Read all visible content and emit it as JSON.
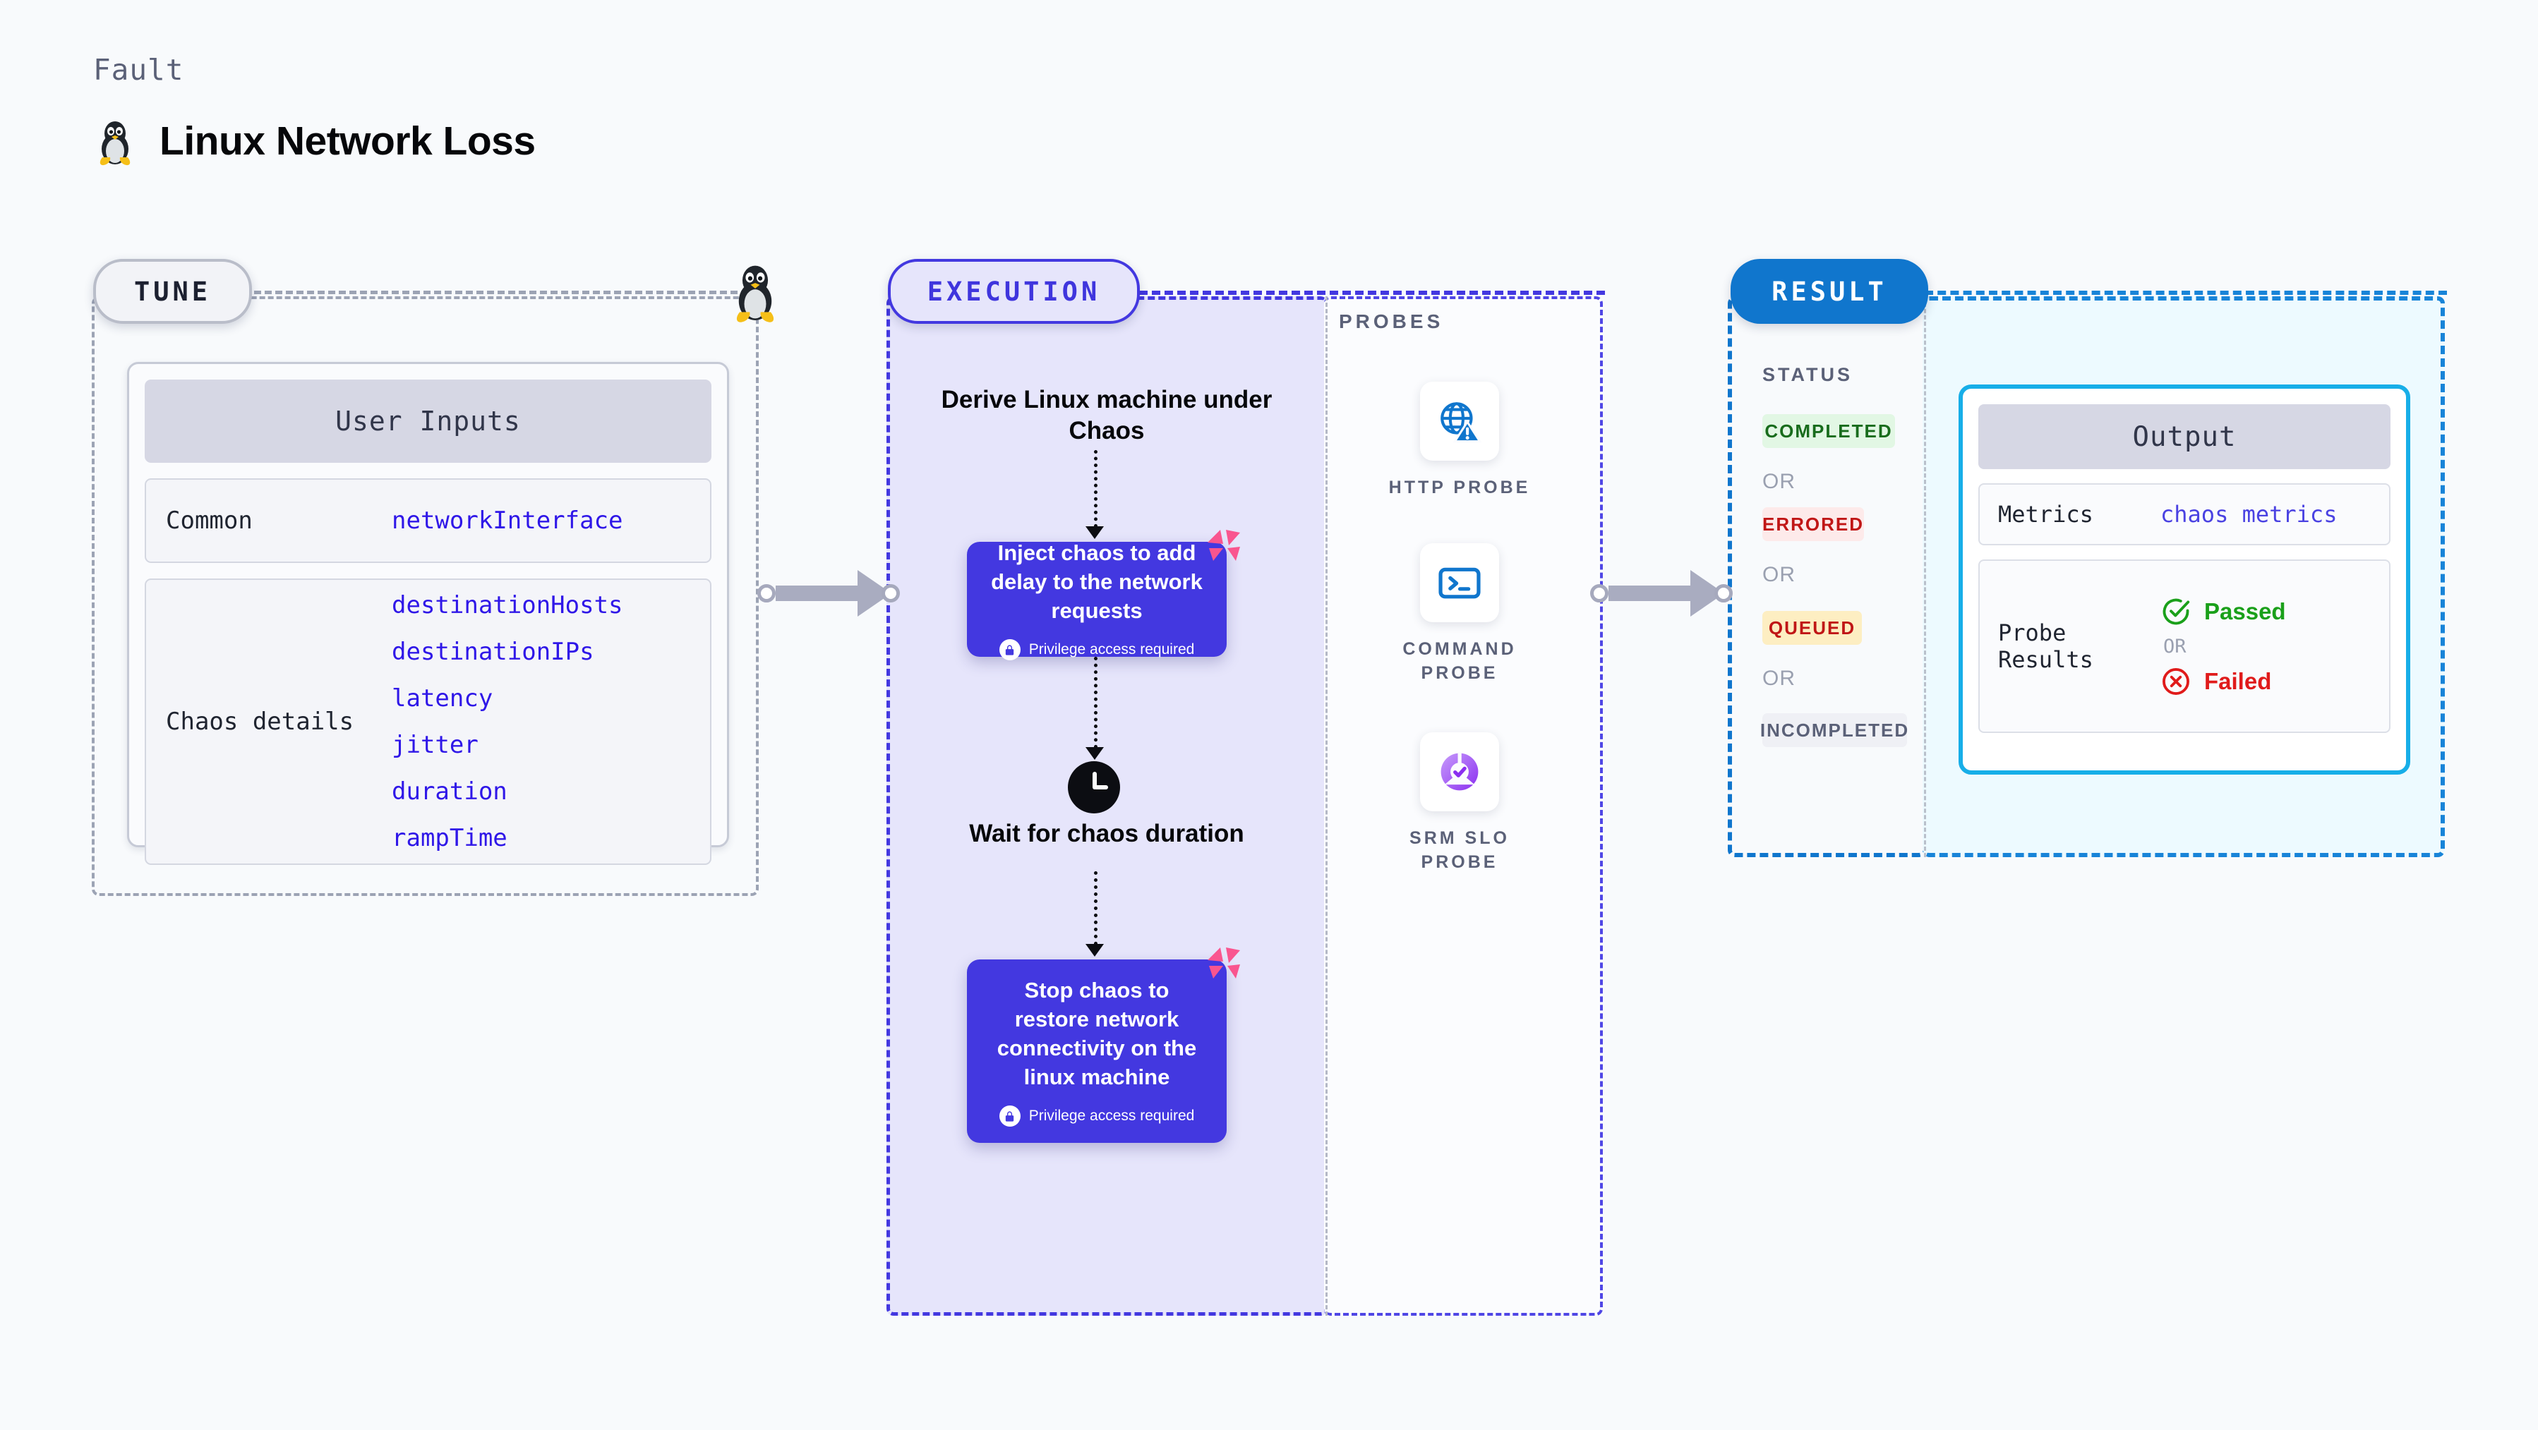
{
  "header": {
    "eyebrow": "Fault",
    "title": "Linux Network Loss",
    "icon": "linux-penguin-icon"
  },
  "tune": {
    "badge": "TUNE",
    "icon": "linux-penguin-icon",
    "card_title": "User Inputs",
    "groups": [
      {
        "label": "Common",
        "params": [
          "networkInterface"
        ]
      },
      {
        "label": "Chaos details",
        "params": [
          "destinationHosts",
          "destinationIPs",
          "latency",
          "jitter",
          "duration",
          "rampTime"
        ]
      }
    ]
  },
  "execution": {
    "badge": "EXECUTION",
    "steps": [
      {
        "kind": "heading",
        "text": "Derive Linux machine under Chaos"
      },
      {
        "kind": "chaos-box",
        "text": "Inject chaos to add delay to the network requests",
        "privilege": "Privilege access required",
        "mark": "litmus-chaos-icon"
      },
      {
        "kind": "wait",
        "icon": "clock-icon",
        "text": "Wait for chaos duration"
      },
      {
        "kind": "chaos-box",
        "text": "Stop chaos to restore network connectivity on the linux machine",
        "privilege": "Privilege access required",
        "mark": "litmus-chaos-icon"
      }
    ]
  },
  "probes": {
    "title": "PROBES",
    "items": [
      {
        "label": "HTTP PROBE",
        "icon": "globe-warning-icon"
      },
      {
        "label": "COMMAND PROBE",
        "icon": "terminal-icon"
      },
      {
        "label": "SRM SLO PROBE",
        "icon": "srm-slo-icon"
      }
    ]
  },
  "result": {
    "badge": "RESULT",
    "status_title": "STATUS",
    "or_label": "OR",
    "statuses": [
      {
        "label": "COMPLETED",
        "bg": "#e2f7e4",
        "fg": "#186c1c"
      },
      {
        "label": "ERRORED",
        "bg": "#fdeaea",
        "fg": "#c01616"
      },
      {
        "label": "QUEUED",
        "bg": "#fdeec2",
        "fg": "#c01616"
      },
      {
        "label": "INCOMPLETED",
        "bg": "#eff0f5",
        "fg": "#5b6178"
      }
    ]
  },
  "output": {
    "card_title": "Output",
    "rows": [
      {
        "label": "Metrics",
        "value": "chaos metrics"
      },
      {
        "label": "Probe Results",
        "verdicts": [
          {
            "text": "Passed",
            "icon": "check-circle-icon",
            "color": "#1aa01a"
          },
          {
            "text": "Failed",
            "icon": "x-circle-icon",
            "color": "#e01b1b"
          }
        ],
        "or_label": "OR"
      }
    ]
  },
  "colors": {
    "accent_purple": "#4338e0",
    "accent_blue": "#1076cd",
    "accent_cyan": "#17aee8",
    "param_blue": "#2f17e8",
    "litmus_pink": "#f9558f"
  }
}
